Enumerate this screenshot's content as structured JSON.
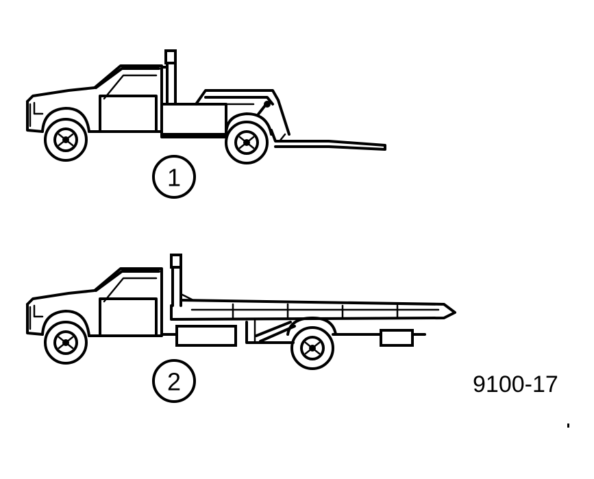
{
  "callouts": [
    {
      "label": "1"
    },
    {
      "label": "2"
    }
  ],
  "figure_code": "9100-17",
  "colors": {
    "ink": "#000000",
    "paper": "#ffffff"
  }
}
